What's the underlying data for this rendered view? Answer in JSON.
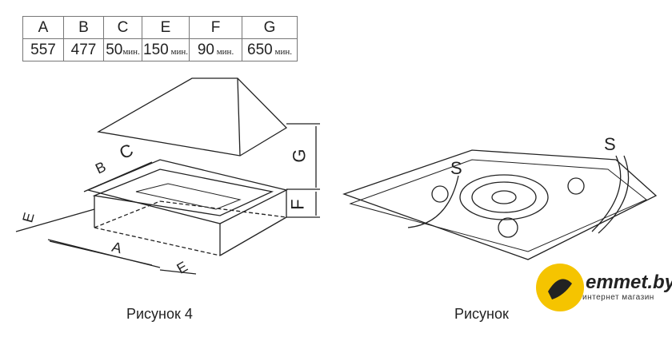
{
  "table": {
    "headers": [
      "A",
      "B",
      "C",
      "E",
      "F",
      "G"
    ],
    "values": [
      {
        "num": "557",
        "unit": ""
      },
      {
        "num": "477",
        "unit": ""
      },
      {
        "num": "50",
        "unit": "мин."
      },
      {
        "num": "150",
        "unit": " мин."
      },
      {
        "num": "90",
        "unit": " мин."
      },
      {
        "num": "650",
        "unit": " мин."
      }
    ]
  },
  "figure_left": {
    "caption": "Рисунок 4",
    "labels": {
      "A": "A",
      "B": "B",
      "C": "C",
      "E1": "E",
      "E2": "E",
      "F": "F",
      "G": "G"
    }
  },
  "figure_right": {
    "caption": "Рисунок",
    "labels": {
      "S1": "S",
      "S2": "S"
    }
  },
  "logo": {
    "brand": "emmet.by",
    "tagline": "интернет магазин"
  }
}
